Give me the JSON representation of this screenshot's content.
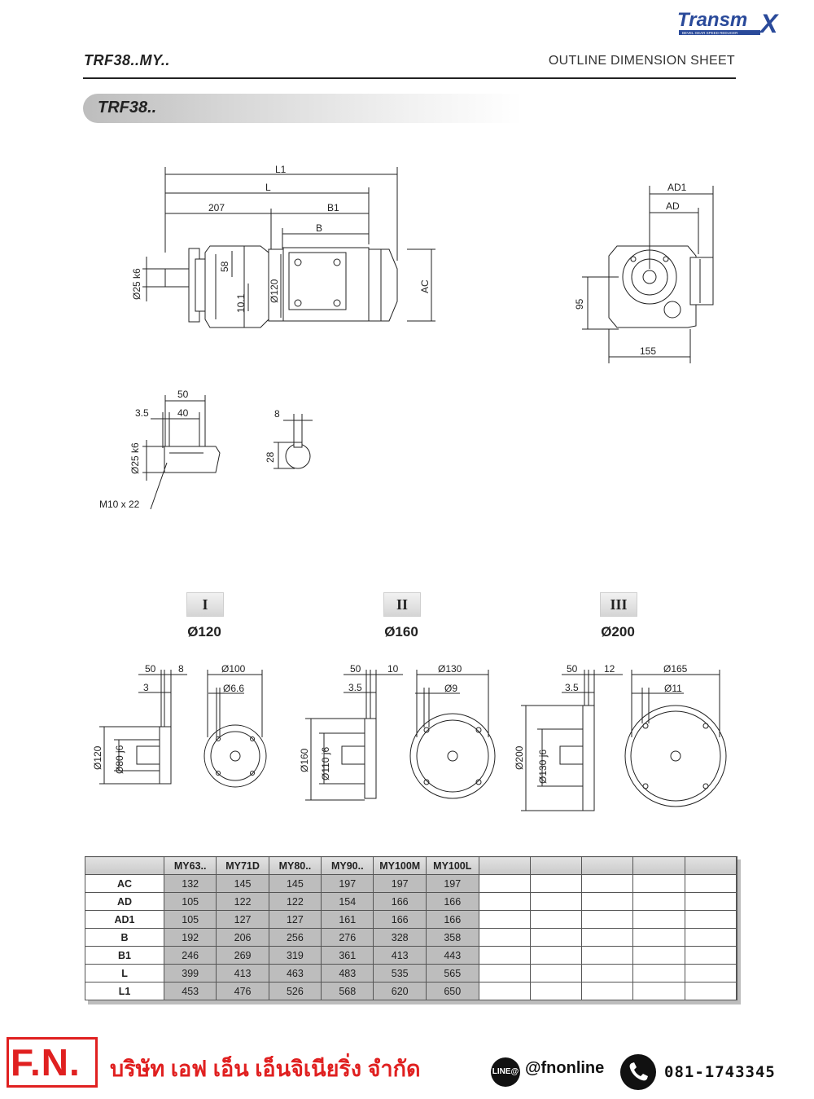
{
  "brand": {
    "name": "Transmax",
    "text": "Transm",
    "x_mark": "X",
    "tagline": "BEVEL GEAR SPEED REDUCER"
  },
  "header": {
    "model": "TRF38..MY..",
    "sheet_title": "OUTLINE DIMENSION SHEET"
  },
  "section": {
    "label": "TRF38.."
  },
  "side_view": {
    "dim_L1": "L1",
    "dim_L": "L",
    "dim_207": "207",
    "dim_B1": "B1",
    "dim_B": "B",
    "dim_shaft": "Ø25 k6",
    "dim_58": "58",
    "dim_101": "10.1",
    "dim_120": "Ø120",
    "dim_AC": "AC"
  },
  "end_view": {
    "dim_AD1": "AD1",
    "dim_AD": "AD",
    "dim_95": "95",
    "dim_155": "155"
  },
  "shaft_detail": {
    "dim_50": "50",
    "dim_35": "3.5",
    "dim_40": "40",
    "dim_shaft": "Ø25 k6",
    "thread": "M10 x 22"
  },
  "key_detail": {
    "dim_8": "8",
    "dim_28": "28"
  },
  "flanges": [
    {
      "roman": "I",
      "diameter": "Ø120",
      "d50": "50",
      "d_th": "8",
      "d_sp": "3",
      "outer": "Ø100",
      "hole": "Ø6.6",
      "side_d": "Ø120",
      "pilot": "Ø80 j6"
    },
    {
      "roman": "II",
      "diameter": "Ø160",
      "d50": "50",
      "d_th": "10",
      "d_sp": "3.5",
      "outer": "Ø130",
      "hole": "Ø9",
      "side_d": "Ø160",
      "pilot": "Ø110 j6"
    },
    {
      "roman": "III",
      "diameter": "Ø200",
      "d50": "50",
      "d_th": "12",
      "d_sp": "3.5",
      "outer": "Ø165",
      "hole": "Ø11",
      "side_d": "Ø200",
      "pilot": "Ø130 j6"
    }
  ],
  "table": {
    "columns": [
      "",
      "MY63..",
      "MY71D",
      "MY80..",
      "MY90..",
      "MY100M",
      "MY100L",
      "",
      "",
      "",
      "",
      "",
      ""
    ],
    "rows": [
      {
        "label": "AC",
        "values": [
          "132",
          "145",
          "145",
          "197",
          "197",
          "197"
        ]
      },
      {
        "label": "AD",
        "values": [
          "105",
          "122",
          "122",
          "154",
          "166",
          "166"
        ]
      },
      {
        "label": "AD1",
        "values": [
          "105",
          "127",
          "127",
          "161",
          "166",
          "166"
        ]
      },
      {
        "label": "B",
        "values": [
          "192",
          "206",
          "256",
          "276",
          "328",
          "358"
        ]
      },
      {
        "label": "B1",
        "values": [
          "246",
          "269",
          "319",
          "361",
          "413",
          "443"
        ]
      },
      {
        "label": "L",
        "values": [
          "399",
          "413",
          "463",
          "483",
          "535",
          "565"
        ]
      },
      {
        "label": "L1",
        "values": [
          "453",
          "476",
          "526",
          "568",
          "620",
          "650"
        ]
      }
    ]
  },
  "footer": {
    "logo": "F.N.",
    "company": "บริษัท เอฟ เอ็น เอ็นจิเนียริ่ง จำกัด",
    "line_badge": "LINE@",
    "line_id": "@fnonline",
    "phone": "081-1743345"
  },
  "colors": {
    "accent_red": "#e02020",
    "brand_blue": "#2a4a9a",
    "ink": "#222222"
  }
}
